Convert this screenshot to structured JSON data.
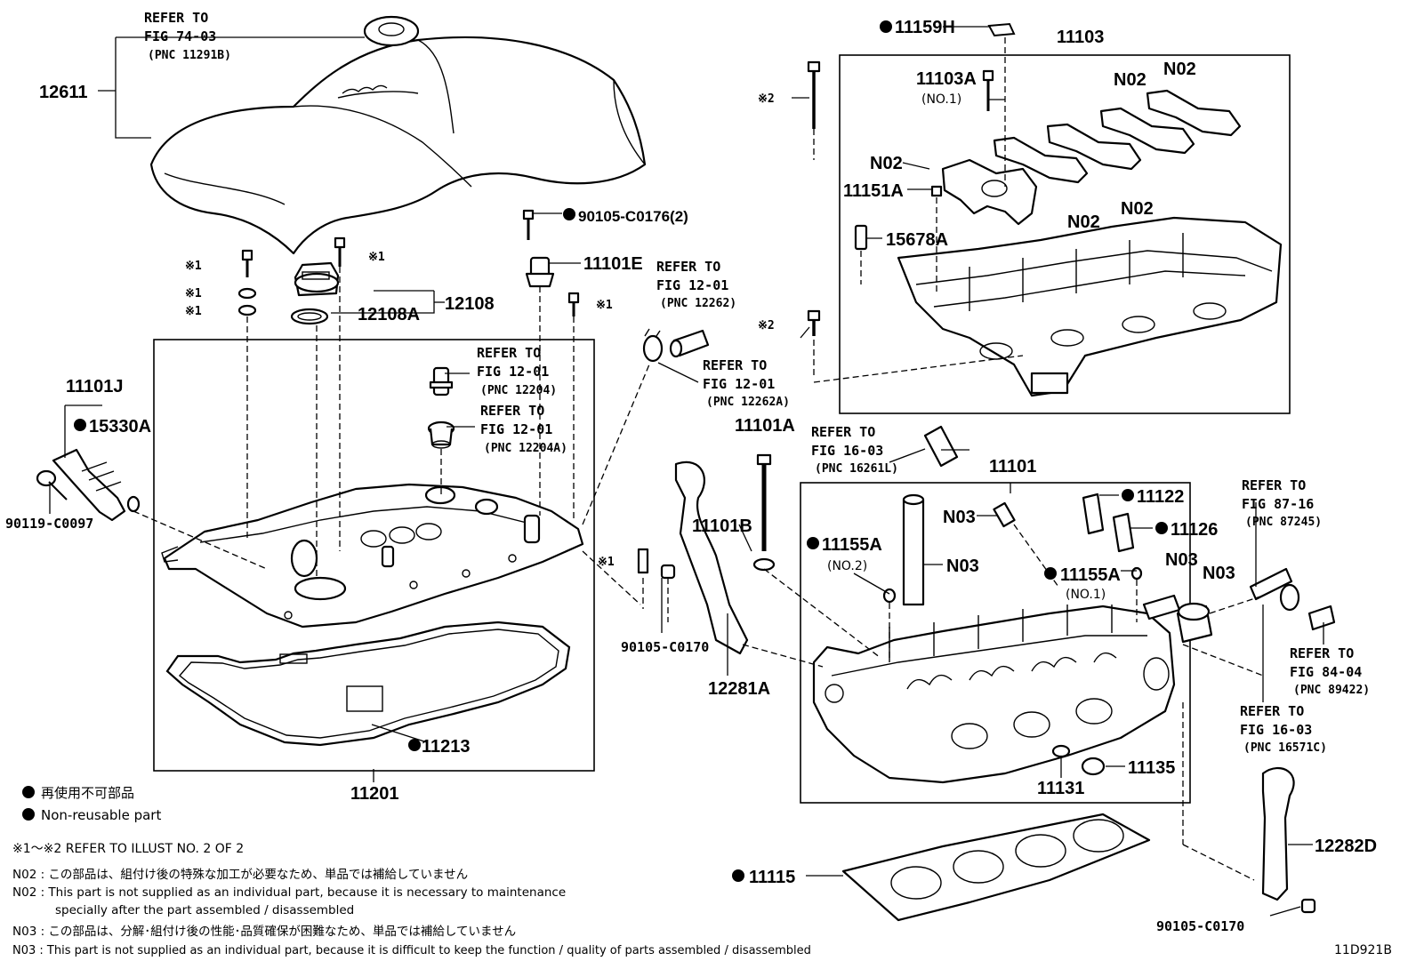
{
  "diagram_id": "11D921B",
  "labels": {
    "p12611": "12611",
    "ref_fig74_line1": "REFER TO",
    "ref_fig74_line2": "FIG 74-03",
    "ref_fig74_line3": "(PNC 11291B)",
    "p12108": "12108",
    "p12108A": "12108A",
    "p11101J": "11101J",
    "p15330A": "15330A",
    "p90119": "90119-C0097",
    "p90105_c0176": "90105-C0176(2)",
    "p11101E": "11101E",
    "ref_12262_line1": "REFER TO",
    "ref_12262_line2": "FIG 12-01",
    "ref_12262_line3": "(PNC 12262)",
    "ref_12262A_line1": "REFER TO",
    "ref_12262A_line2": "FIG 12-01",
    "ref_12262A_line3": "(PNC 12262A)",
    "ref_12204_line1": "REFER TO",
    "ref_12204_line2": "FIG 12-01",
    "ref_12204_line3": "(PNC 12204)",
    "ref_12204A_line1": "REFER TO",
    "ref_12204A_line2": "FIG 12-01",
    "ref_12204A_line3": "(PNC 12204A)",
    "p11213": "11213",
    "p11201": "11201",
    "p11159H": "11159H",
    "p11103": "11103",
    "p11103A": "11103A",
    "no1": "(NO.1)",
    "no2": "(NO.2)",
    "n02": "N02",
    "n03": "N03",
    "p11151A": "11151A",
    "p15678A": "15678A",
    "p11101A": "11101A",
    "p11101B": "11101B",
    "p90105_c0170": "90105-C0170",
    "p12281A": "12281A",
    "ref_16261L_line1": "REFER TO",
    "ref_16261L_line2": "FIG 16-03",
    "ref_16261L_line3": "(PNC 16261L)",
    "p11101": "11101",
    "p11122": "11122",
    "p11126": "11126",
    "p11155A": "11155A",
    "ref_87245_line1": "REFER TO",
    "ref_87245_line2": "FIG 87-16",
    "ref_87245_line3": "(PNC 87245)",
    "ref_89422_line1": "REFER TO",
    "ref_89422_line2": "FIG 84-04",
    "ref_89422_line3": "(PNC 89422)",
    "ref_16571C_line1": "REFER TO",
    "ref_16571C_line2": "FIG 16-03",
    "ref_16571C_line3": "(PNC 16571C)",
    "p11135": "11135",
    "p11131": "11131",
    "p11115": "11115",
    "p12282D": "12282D",
    "ref_mark1": "※1",
    "ref_mark2": "※2"
  },
  "legend": {
    "jp": "再使用不可部品",
    "en": "Non-reusable part",
    "refer_note": "※1～※2  REFER TO ILLUST NO. 2 OF 2",
    "n02_jp": "N02 : この部品は、組付け後の特殊な加工が必要なため、単品では補給していません",
    "n02_en1": "N02 : This part is not supplied as an individual part, because it is necessary to maintenance",
    "n02_en2": "specially after the part assembled / disassembled",
    "n03_jp": "N03 : この部品は、分解･組付け後の性能･品質確保が困難なため、単品では補給していません",
    "n03_en": "N03 : This part is not supplied as an individual part, because it is difficult to keep the function / quality of parts  assembled / disassembled"
  }
}
